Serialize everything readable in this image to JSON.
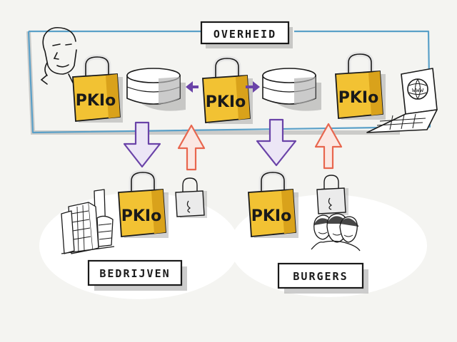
{
  "header_label": "OVERHEID",
  "lock_text": "PKIo",
  "group_labels": {
    "bedrijven": "BEDRIJVEN",
    "burgers": "BURGERS"
  },
  "laptop_screen_text": "www",
  "colors": {
    "background": "#f4f4f1",
    "frame_blue": "#5aa0c8",
    "lock_gold": "#f2c233",
    "lock_gold_dark": "#d9a21b",
    "arrow_purple": "#6a43a8",
    "arrow_purple_fill": "#ece6f6",
    "arrow_red": "#e8664e",
    "arrow_red_fill": "#fbe7e2",
    "shadow": "#b5b5b5",
    "ink": "#1a1a1a"
  },
  "icons": [
    "person-icon",
    "padlock-icon",
    "database-icon",
    "laptop-icon",
    "office-buildings-icon",
    "people-icon",
    "small-padlock-icon"
  ]
}
